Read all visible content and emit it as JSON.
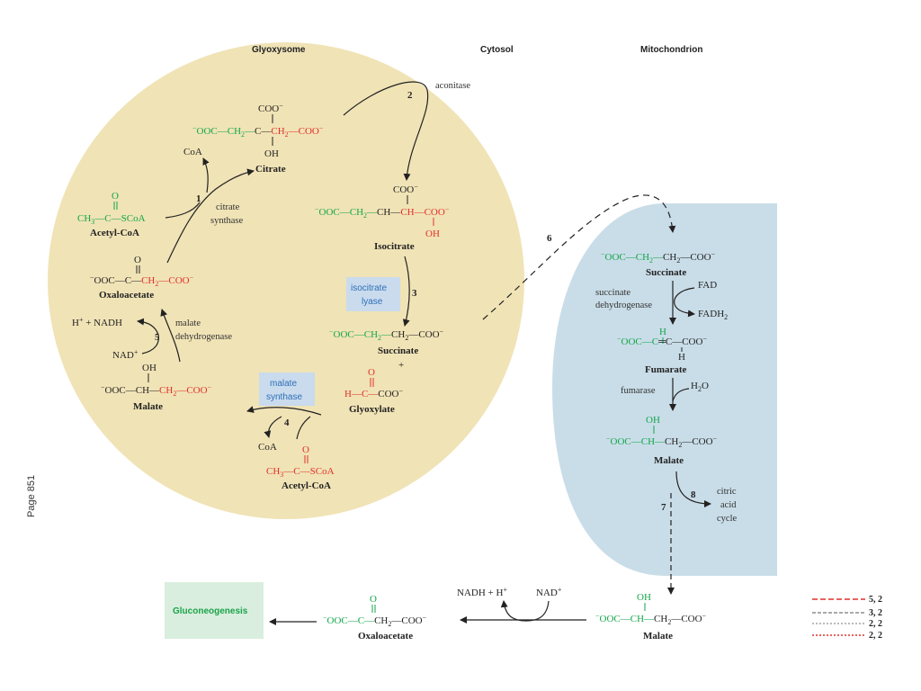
{
  "colors": {
    "glyoxysome_fill": "#f0e3b6",
    "mitochondrion_fill": "#c9dde8",
    "enzyme_box": "#c9dbed",
    "gluconeogenesis_box": "#d9eede",
    "green": "#12a64a",
    "red": "#e0302a"
  },
  "headers": {
    "glyoxysome": "Glyoxysome",
    "cytosol": "Cytosol",
    "mitochondrion": "Mitochondrion"
  },
  "page_label": "Page 851",
  "labels": {
    "citrate": "Citrate",
    "isocitrate": "Isocitrate",
    "acetyl_coa": "Acetyl-CoA",
    "oxaloacetate": "Oxaloacetate",
    "malate": "Malate",
    "succinate": "Succinate",
    "glyoxylate": "Glyoxylate",
    "fumarate": "Fumarate",
    "plus": "+",
    "coa": "CoA",
    "fad": "FAD",
    "fadh2": "FADH2",
    "h2o": "H2O",
    "nadh_h": "H+ + NADH",
    "nad": "NAD+",
    "nadh_h_cyt": "NADH + H+",
    "nad_cyt": "NAD+"
  },
  "enzymes": {
    "aconitase": "aconitase",
    "citrate_synthase_1": "citrate",
    "citrate_synthase_2": "synthase",
    "isocitrate_lyase_1": "isocitrate",
    "isocitrate_lyase_2": "lyase",
    "malate_synthase_1": "malate",
    "malate_synthase_2": "synthase",
    "malate_dh_1": "malate",
    "malate_dh_2": "dehydrogenase",
    "succinate_dh_1": "succinate",
    "succinate_dh_2": "dehydrogenase",
    "fumarase": "fumarase",
    "citric_1": "citric",
    "citric_2": "acid",
    "citric_3": "cycle"
  },
  "steps": [
    "1",
    "2",
    "3",
    "4",
    "5",
    "6",
    "7",
    "8"
  ],
  "gluconeogenesis": "Gluconeogenesis",
  "legend": [
    {
      "label": "5, 2",
      "color": "#e0302a",
      "dash": "6,3"
    },
    {
      "label": "3, 2",
      "color": "#555555",
      "dash": "4,2"
    },
    {
      "label": "2, 2",
      "color": "#777777",
      "dash": "2,2"
    },
    {
      "label": "2, 2",
      "color": "#e0302a",
      "dash": "2,2"
    }
  ]
}
